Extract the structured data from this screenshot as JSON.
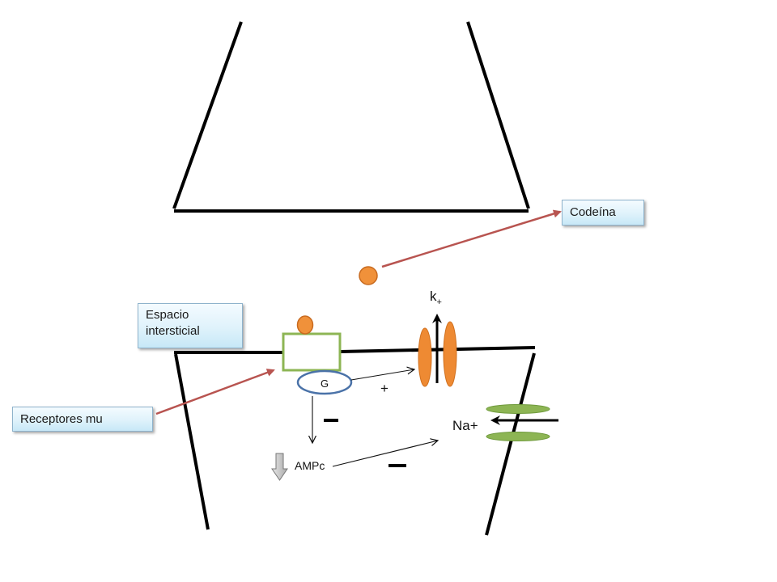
{
  "callouts": {
    "codeina": "Codeína",
    "espacio_line1": "Espacio",
    "espacio_line2": "intersticial",
    "receptores": "Receptores mu"
  },
  "labels": {
    "k_main": "k",
    "k_sub": "+",
    "g_protein": "G",
    "plus": "+",
    "na": "Na+",
    "ampc": "AMPc"
  },
  "colors": {
    "membrane": "#000000",
    "drug_molecule": "#f0913a",
    "receptor_outline": "#8db554",
    "g_protein_outline": "#4a72a8",
    "k_channel": "#ee8a33",
    "na_channel": "#8db554",
    "callout_arrow": "#b85450"
  }
}
